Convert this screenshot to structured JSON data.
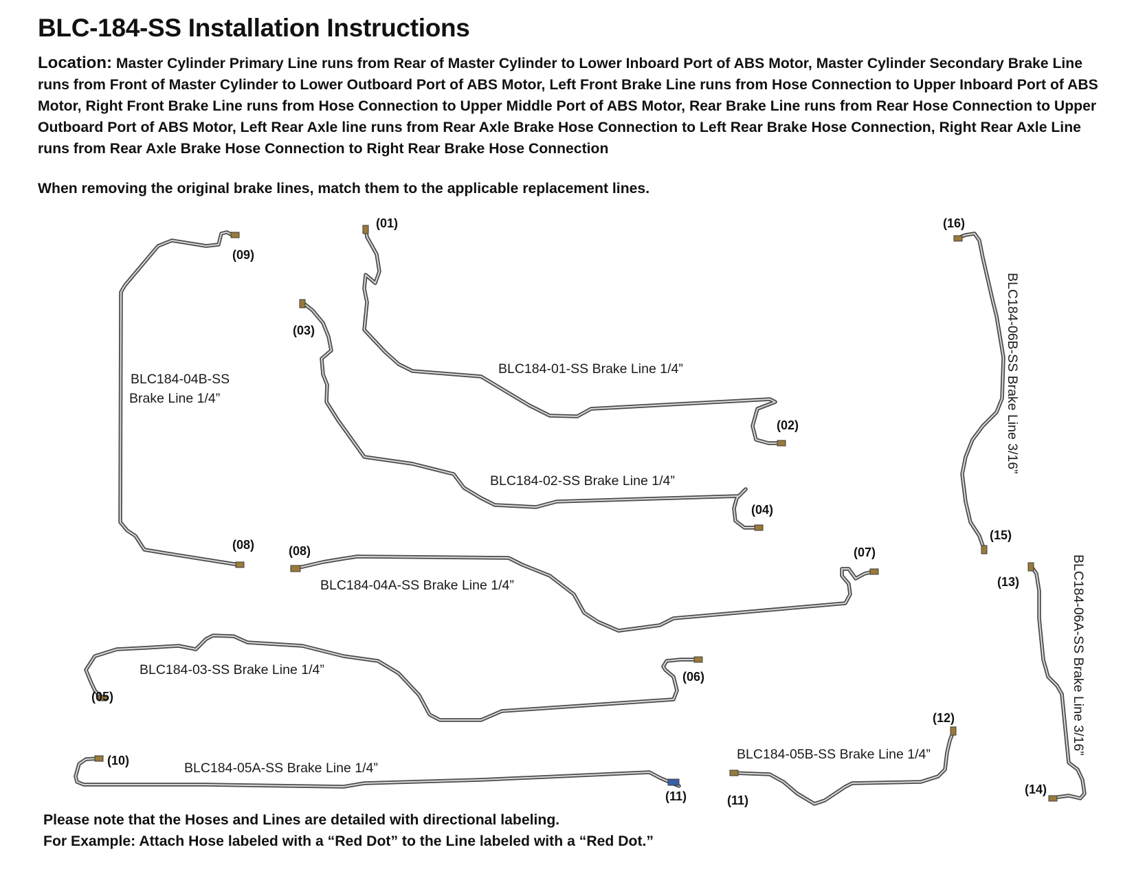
{
  "title": "BLC-184-SS Installation Instructions",
  "location": {
    "label": "Location:",
    "text": "Master Cylinder Primary Line runs from Rear of Master Cylinder to Lower Inboard Port of ABS Motor, Master Cylinder Secondary Brake Line runs from Front of Master Cylinder to Lower Outboard Port of ABS Motor, Left Front Brake Line runs from Hose Connection to Upper Inboard Port of ABS Motor, Right Front Brake Line runs from Hose Connection to Upper Middle Port of ABS Motor, Rear Brake Line runs from Rear Hose Connection to Upper Outboard Port of ABS Motor, Left Rear Axle line runs from Rear Axle Brake Hose Connection to Left Rear Brake Hose Connection, Right Rear Axle Line runs from Rear Axle Brake Hose Connection to Right Rear Brake Hose Connection"
  },
  "instruction": "When removing the original brake lines, match them to the applicable replacement lines.",
  "lines": {
    "l01": "BLC184-01-SS Brake Line 1/4”",
    "l02": "BLC184-02-SS Brake Line 1/4”",
    "l03": "BLC184-03-SS Brake Line 1/4”",
    "l04a": "BLC184-04A-SS Brake Line 1/4”",
    "l04b_1": "BLC184-04B-SS",
    "l04b_2": "Brake Line 1/4”",
    "l05a": "BLC184-05A-SS Brake Line 1/4”",
    "l05b": "BLC184-05B-SS Brake Line 1/4”",
    "l06a": "BLC184-06A-SS Brake Line 3/16”",
    "l06b": "BLC184-06B-SS Brake Line 3/16”"
  },
  "ports": {
    "p01": "(01)",
    "p02": "(02)",
    "p03": "(03)",
    "p04": "(04)",
    "p05": "(05)",
    "p06": "(06)",
    "p07": "(07)",
    "p08a": "(08)",
    "p08b": "(08)",
    "p09": "(09)",
    "p10": "(10)",
    "p11a": "(11)",
    "p11b": "(11)",
    "p12": "(12)",
    "p13": "(13)",
    "p14": "(14)",
    "p15": "(15)",
    "p16": "(16)"
  },
  "note": {
    "line1": "Please note that the Hoses and Lines are detailed with directional labeling.",
    "line2": "For Example: Attach Hose labeled with a “Red Dot” to the Line labeled with a “Red Dot.”"
  },
  "colors": {
    "tube": "#4a4a4a",
    "tube_highlight": "#d8d8d8",
    "fitting": "#9a7a3a"
  }
}
